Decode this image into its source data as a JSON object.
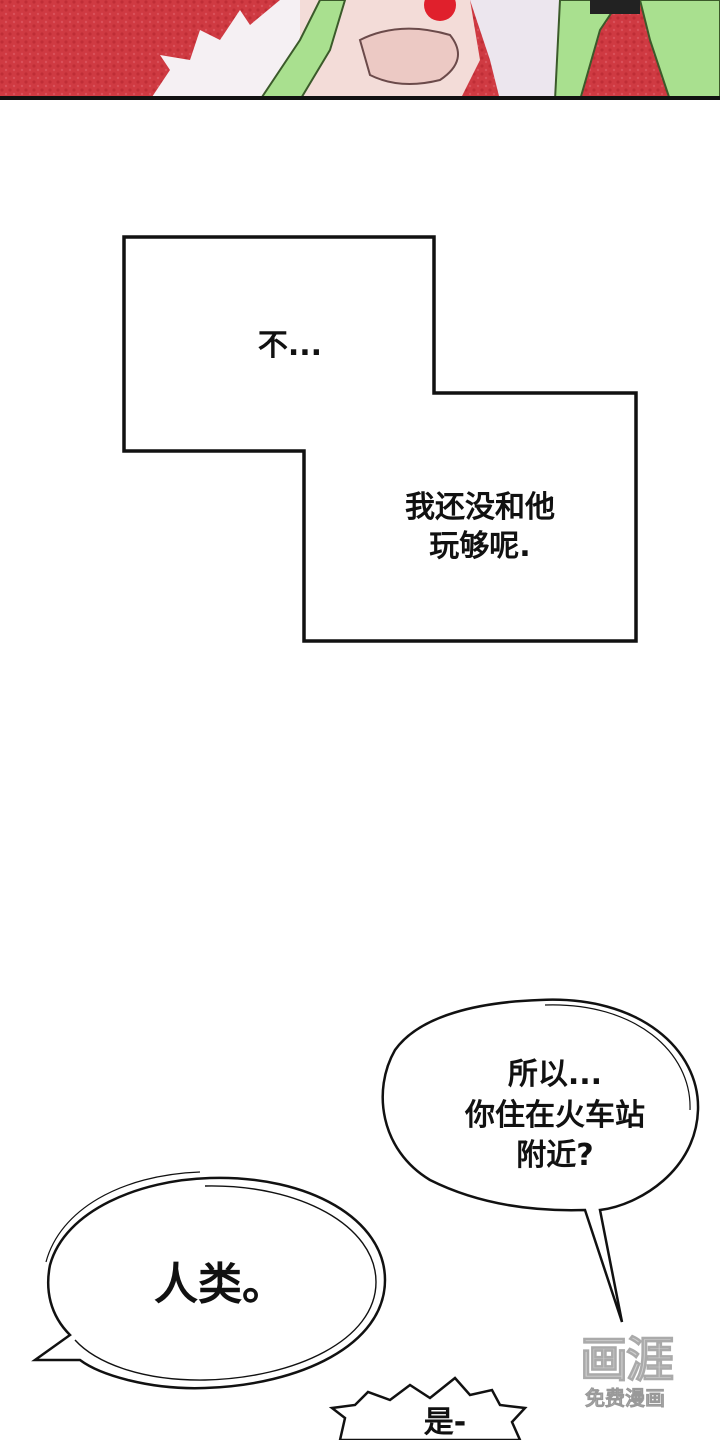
{
  "dialogue": {
    "line1": "不...",
    "line2": "我还没和他\n玩够呢.",
    "line3": "所以...\n你住在火车站\n附近?",
    "line4": "人类。",
    "line5": "是-"
  },
  "watermark": {
    "logo": "画涯",
    "subtitle": "免费漫画"
  },
  "colors": {
    "panel_red": "#c9333a",
    "hair_green": "#a9e08f",
    "skin": "#f3dcd8",
    "ink": "#111111"
  }
}
